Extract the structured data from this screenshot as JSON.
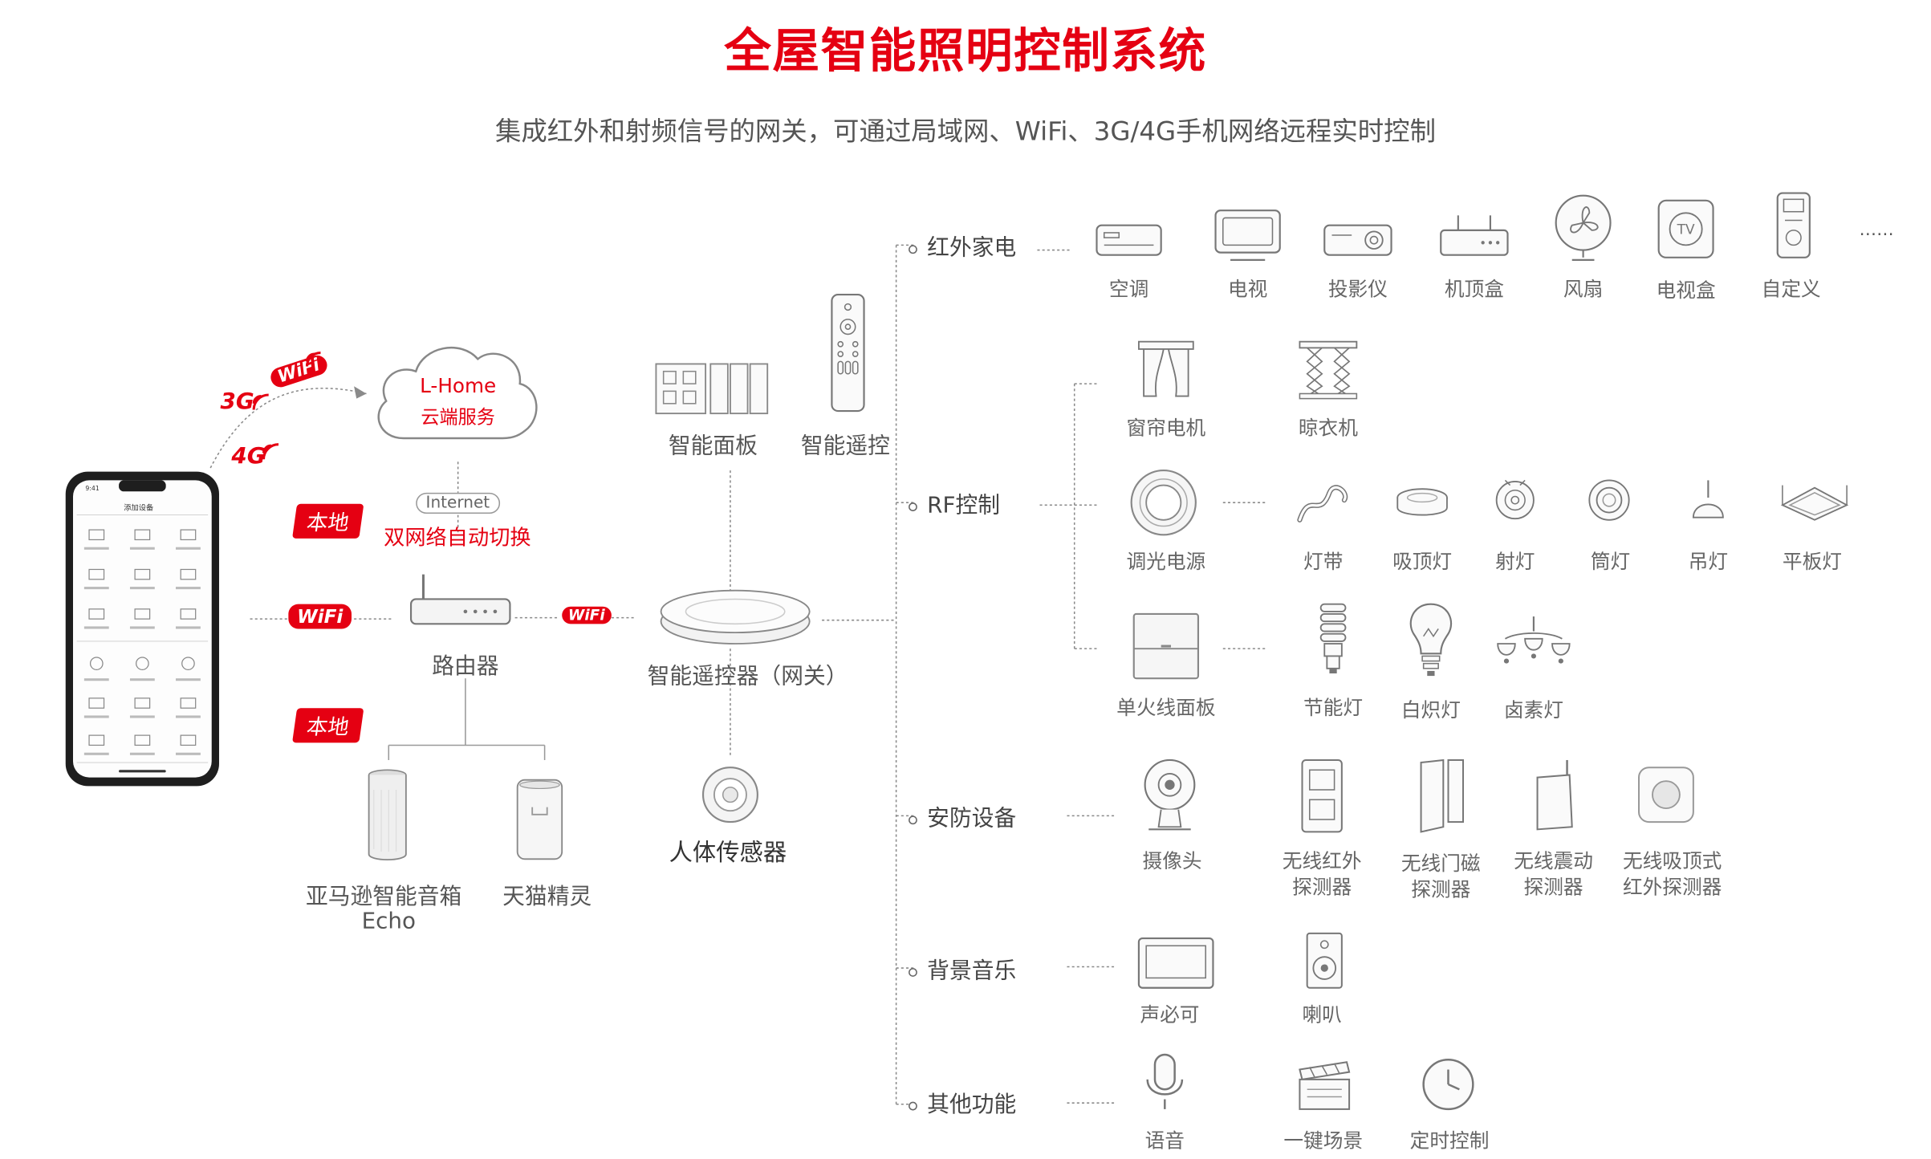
{
  "title": "全屋智能照明控制系统",
  "subtitle": "集成红外和射频信号的网关，可通过局域网、WiFi、3G/4G手机网络远程实时控制",
  "cloud": {
    "name": "L-Home",
    "service": "云端服务"
  },
  "network": {
    "g3": "3G",
    "g4": "4G",
    "wifi": "WiFi",
    "internet": "Internet",
    "local1": "本地",
    "local2": "本地",
    "dual": "双网络自动切换"
  },
  "hub": {
    "router": "路由器",
    "panel": "智能面板",
    "remote": "智能遥控",
    "gateway": "智能遥控器（网关）",
    "sensor": "人体传感器",
    "echo_line1": "亚马逊智能音箱",
    "echo_line2": "Echo",
    "tmall": "天猫精灵"
  },
  "phone": {
    "time": "9:41",
    "header": "添加设备"
  },
  "categories": {
    "ir": {
      "label": "红外家电",
      "items": [
        "空调",
        "电视",
        "投影仪",
        "机顶盒",
        "风扇",
        "电视盒",
        "自定义"
      ],
      "more": "……"
    },
    "rf": {
      "label": "RF控制",
      "row1": [
        "窗帘电机",
        "晾衣机"
      ],
      "dimmer": "调光电源",
      "row2": [
        "灯带",
        "吸顶灯",
        "射灯",
        "筒灯",
        "吊灯",
        "平板灯"
      ],
      "single": "单火线面板",
      "row3": [
        "节能灯",
        "白炽灯",
        "卤素灯"
      ]
    },
    "security": {
      "label": "安防设备",
      "items": [
        "摄像头"
      ],
      "multi": [
        [
          "无线红外",
          "探测器"
        ],
        [
          "无线门磁",
          "探测器"
        ],
        [
          "无线震动",
          "探测器"
        ],
        [
          "无线吸顶式",
          "红外探测器"
        ]
      ]
    },
    "music": {
      "label": "背景音乐",
      "items": [
        "声必可",
        "喇叭"
      ]
    },
    "other": {
      "label": "其他功能",
      "items": [
        "语音",
        "一键场景",
        "定时控制"
      ]
    }
  },
  "colors": {
    "accent": "#e50012",
    "line": "#888888",
    "icon": "#777777"
  }
}
